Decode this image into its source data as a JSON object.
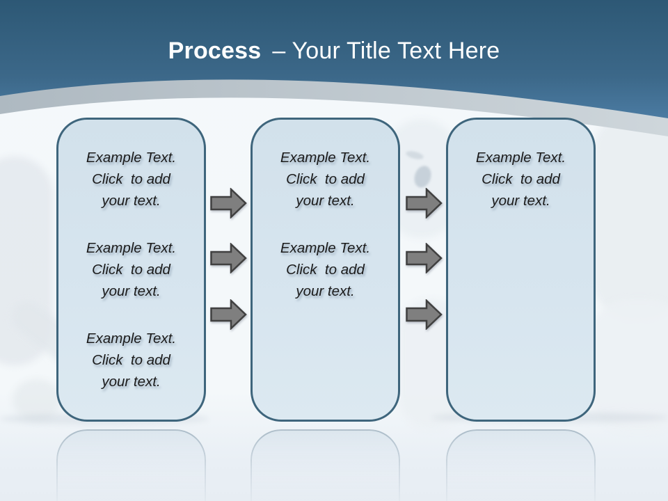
{
  "slide": {
    "title": {
      "emphasis": "Process",
      "text": "– Your Title Text Here"
    },
    "process_boxes": [
      {
        "id": "step-1",
        "placeholders": [
          "Example Text.\nClick  to add\nyour text.",
          "Example Text.\nClick  to add\nyour text.",
          "Example Text.\nClick  to add\nyour text."
        ]
      },
      {
        "id": "step-2",
        "placeholders": [
          "Example Text.\nClick  to add\nyour text.",
          "Example Text.\nClick  to add\nyour text."
        ]
      },
      {
        "id": "step-3",
        "placeholders": [
          "Example Text.\nClick  to add\nyour text."
        ]
      }
    ],
    "arrow_groups": [
      {
        "between": "step-1-and-step-2",
        "arrow_count": 3,
        "direction": "right"
      },
      {
        "between": "step-2-and-step-3",
        "arrow_count": 3,
        "direction": "right"
      }
    ],
    "colors": {
      "header_blue_top": "#2d5875",
      "header_blue_bottom": "#4b7ba2",
      "curve_gray_left": "#aeb9c1",
      "curve_gray_right": "#ced6db",
      "box_fill": "#d5e3ed",
      "box_border": "#3e657c",
      "arrow_fill": "#7f7f7f",
      "arrow_border": "#404040",
      "title_text": "#ffffff",
      "body_text": "#1b1b1b"
    }
  }
}
